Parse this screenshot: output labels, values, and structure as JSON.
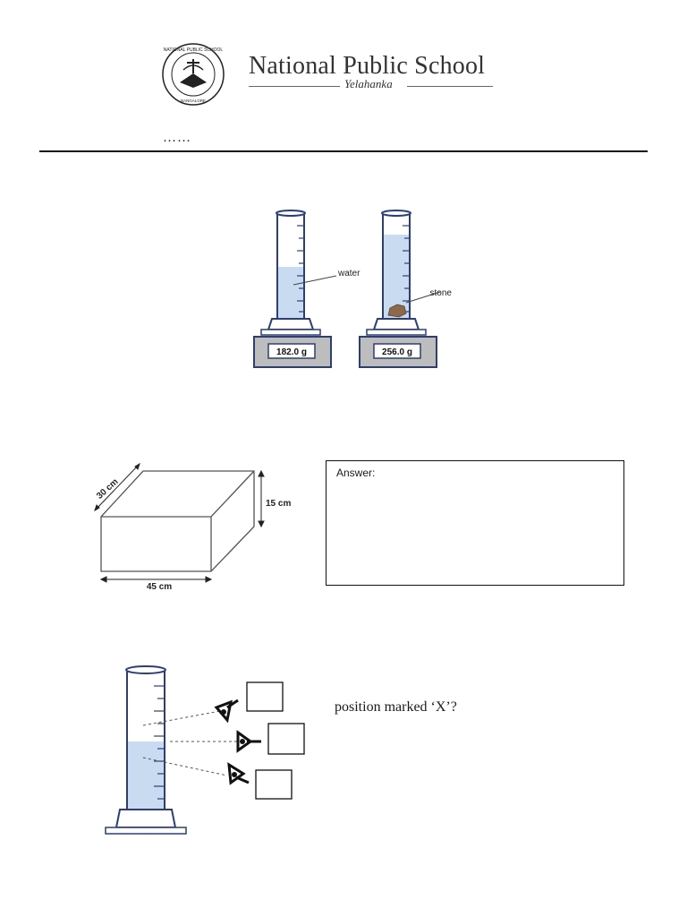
{
  "header": {
    "school_name": "National Public School",
    "school_subtitle": "Yelahanka",
    "logo_text_top": "NATIONAL PUBLIC SCHOOL",
    "logo_text_bottom": "BANGALORE",
    "dots": "……"
  },
  "figure1": {
    "scale1_reading": "182.0 g",
    "scale2_reading": "256.0 g",
    "label_water": "water",
    "label_stone": "stone"
  },
  "figure2": {
    "dim_depth": "30 cm",
    "dim_height": "15 cm",
    "dim_length": "45 cm"
  },
  "answer_box": {
    "label": "Answer:"
  },
  "question3": {
    "text": "position marked ‘X’?"
  },
  "colors": {
    "water": "#c9dbf0",
    "cylinder_outline": "#2c3e78",
    "scale_gray": "#bdbdbd"
  }
}
